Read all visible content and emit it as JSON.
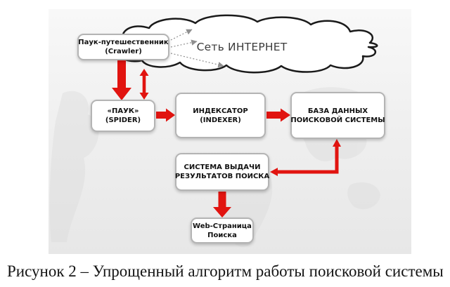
{
  "figure": {
    "caption": "Рисунок 2 – Упрощенный алгоритм работы поисковой системы"
  },
  "diagram": {
    "cloud": {
      "label": "Сеть ИНТЕРНЕТ"
    },
    "nodes": [
      {
        "id": "crawler",
        "line1": "Паук-путешественник",
        "line2": "(Crawler)"
      },
      {
        "id": "spider",
        "line1": "«ПАУК»",
        "line2": "(SPIDER)"
      },
      {
        "id": "indexer",
        "line1": "ИНДЕКСАТОР",
        "line2": "(INDEXER)"
      },
      {
        "id": "database",
        "line1": "БАЗА ДАННЫХ",
        "line2": "ПОИСКОВОЙ СИСТЕМЫ"
      },
      {
        "id": "results",
        "line1": "СИСТЕМА ВЫДАЧИ",
        "line2": "РЕЗУЛЬТАТОВ ПОИСКА"
      },
      {
        "id": "webpage",
        "line1": "Web-Страница",
        "line2": "Поиска"
      }
    ],
    "edges": [
      {
        "from": "crawler",
        "to": "spider",
        "style": "thick-red",
        "direction": "one-way"
      },
      {
        "from": "spider",
        "to": "internet-cloud",
        "style": "thin-red",
        "direction": "two-way"
      },
      {
        "from": "crawler",
        "to": "internet-cloud",
        "style": "dotted-gray",
        "direction": "one-way",
        "count": 3
      },
      {
        "from": "spider",
        "to": "indexer",
        "style": "thick-red",
        "direction": "one-way"
      },
      {
        "from": "indexer",
        "to": "database",
        "style": "thick-red",
        "direction": "one-way"
      },
      {
        "from": "database",
        "to": "results",
        "style": "thin-red",
        "direction": "two-way"
      },
      {
        "from": "results",
        "to": "webpage",
        "style": "thick-red",
        "direction": "one-way"
      }
    ],
    "colors": {
      "arrow_red": "#e11410",
      "box_border": "#b4b4b4",
      "cloud_outline": "#1a1a1a",
      "dotted_arrow_gray": "#909090"
    }
  }
}
